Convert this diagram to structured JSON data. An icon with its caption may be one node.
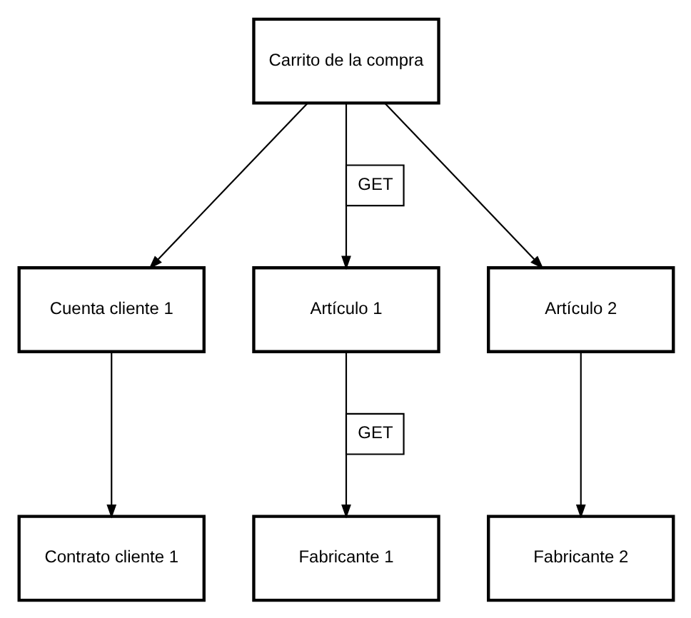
{
  "diagram": {
    "nodes": [
      {
        "text": [
          "Carrito de la compra"
        ]
      },
      {
        "text": [
          "Cuenta cliente 1"
        ]
      },
      {
        "text": [
          "Artículo 1"
        ]
      },
      {
        "text": [
          "Artículo 2"
        ]
      },
      {
        "text": [
          "Contrato cliente 1"
        ]
      },
      {
        "text": [
          "Fabricante 1"
        ]
      },
      {
        "text": [
          "Fabricante 2"
        ]
      }
    ],
    "edges": [
      {
        "from": 0,
        "to": 1,
        "arrow": "to"
      },
      {
        "from": 0,
        "to": 2,
        "arrow": "to",
        "label": "GET"
      },
      {
        "from": 0,
        "to": 3,
        "arrow": "to"
      },
      {
        "from": 1,
        "to": 4,
        "arrow": "to"
      },
      {
        "from": 2,
        "to": 5,
        "arrow": "to",
        "label": "GET"
      },
      {
        "from": 3,
        "to": 6,
        "arrow": "to"
      }
    ]
  }
}
